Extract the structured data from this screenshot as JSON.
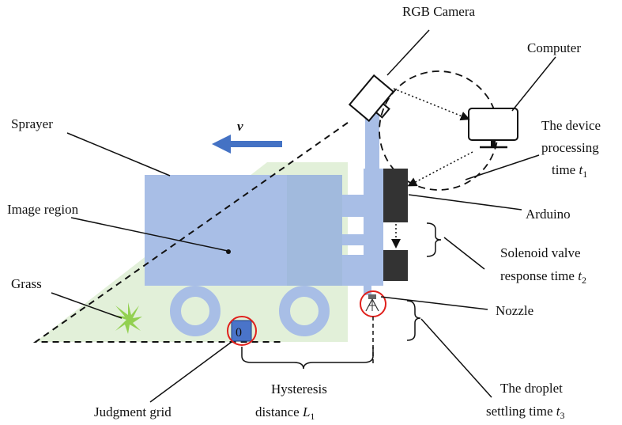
{
  "labels": {
    "rgb_camera": "RGB Camera",
    "computer": "Computer",
    "sprayer": "Sprayer",
    "velocity_symbol": "v",
    "device_time_line1": "The device",
    "device_time_line2": "processing",
    "device_time_line3": "time ",
    "device_time_symbol": "t",
    "device_time_subscript": "1",
    "image_region": "Image region",
    "arduino": "Arduino",
    "solenoid_line1": "Solenoid valve",
    "solenoid_line2": "response time ",
    "solenoid_symbol": "t",
    "solenoid_subscript": "2",
    "grass": "Grass",
    "nozzle": "Nozzle",
    "judgment_grid": "Judgment grid",
    "grid_value": "0",
    "hysteresis_line1": "Hysteresis",
    "hysteresis_line2": "distance  ",
    "hysteresis_symbol": "L",
    "hysteresis_subscript": "1",
    "droplet_line1": "The droplet",
    "droplet_line2": "settling time ",
    "droplet_symbol": "t",
    "droplet_subscript": "3"
  },
  "colors": {
    "vehicle_blue": "#a8bee6",
    "arrow_blue": "#4472c4",
    "image_region_green": "#e2f0d9",
    "grass_green": "#92d050",
    "arduino_dark": "#333333",
    "highlight_red": "#e0201c",
    "grid_blue": "#4a74c9"
  }
}
